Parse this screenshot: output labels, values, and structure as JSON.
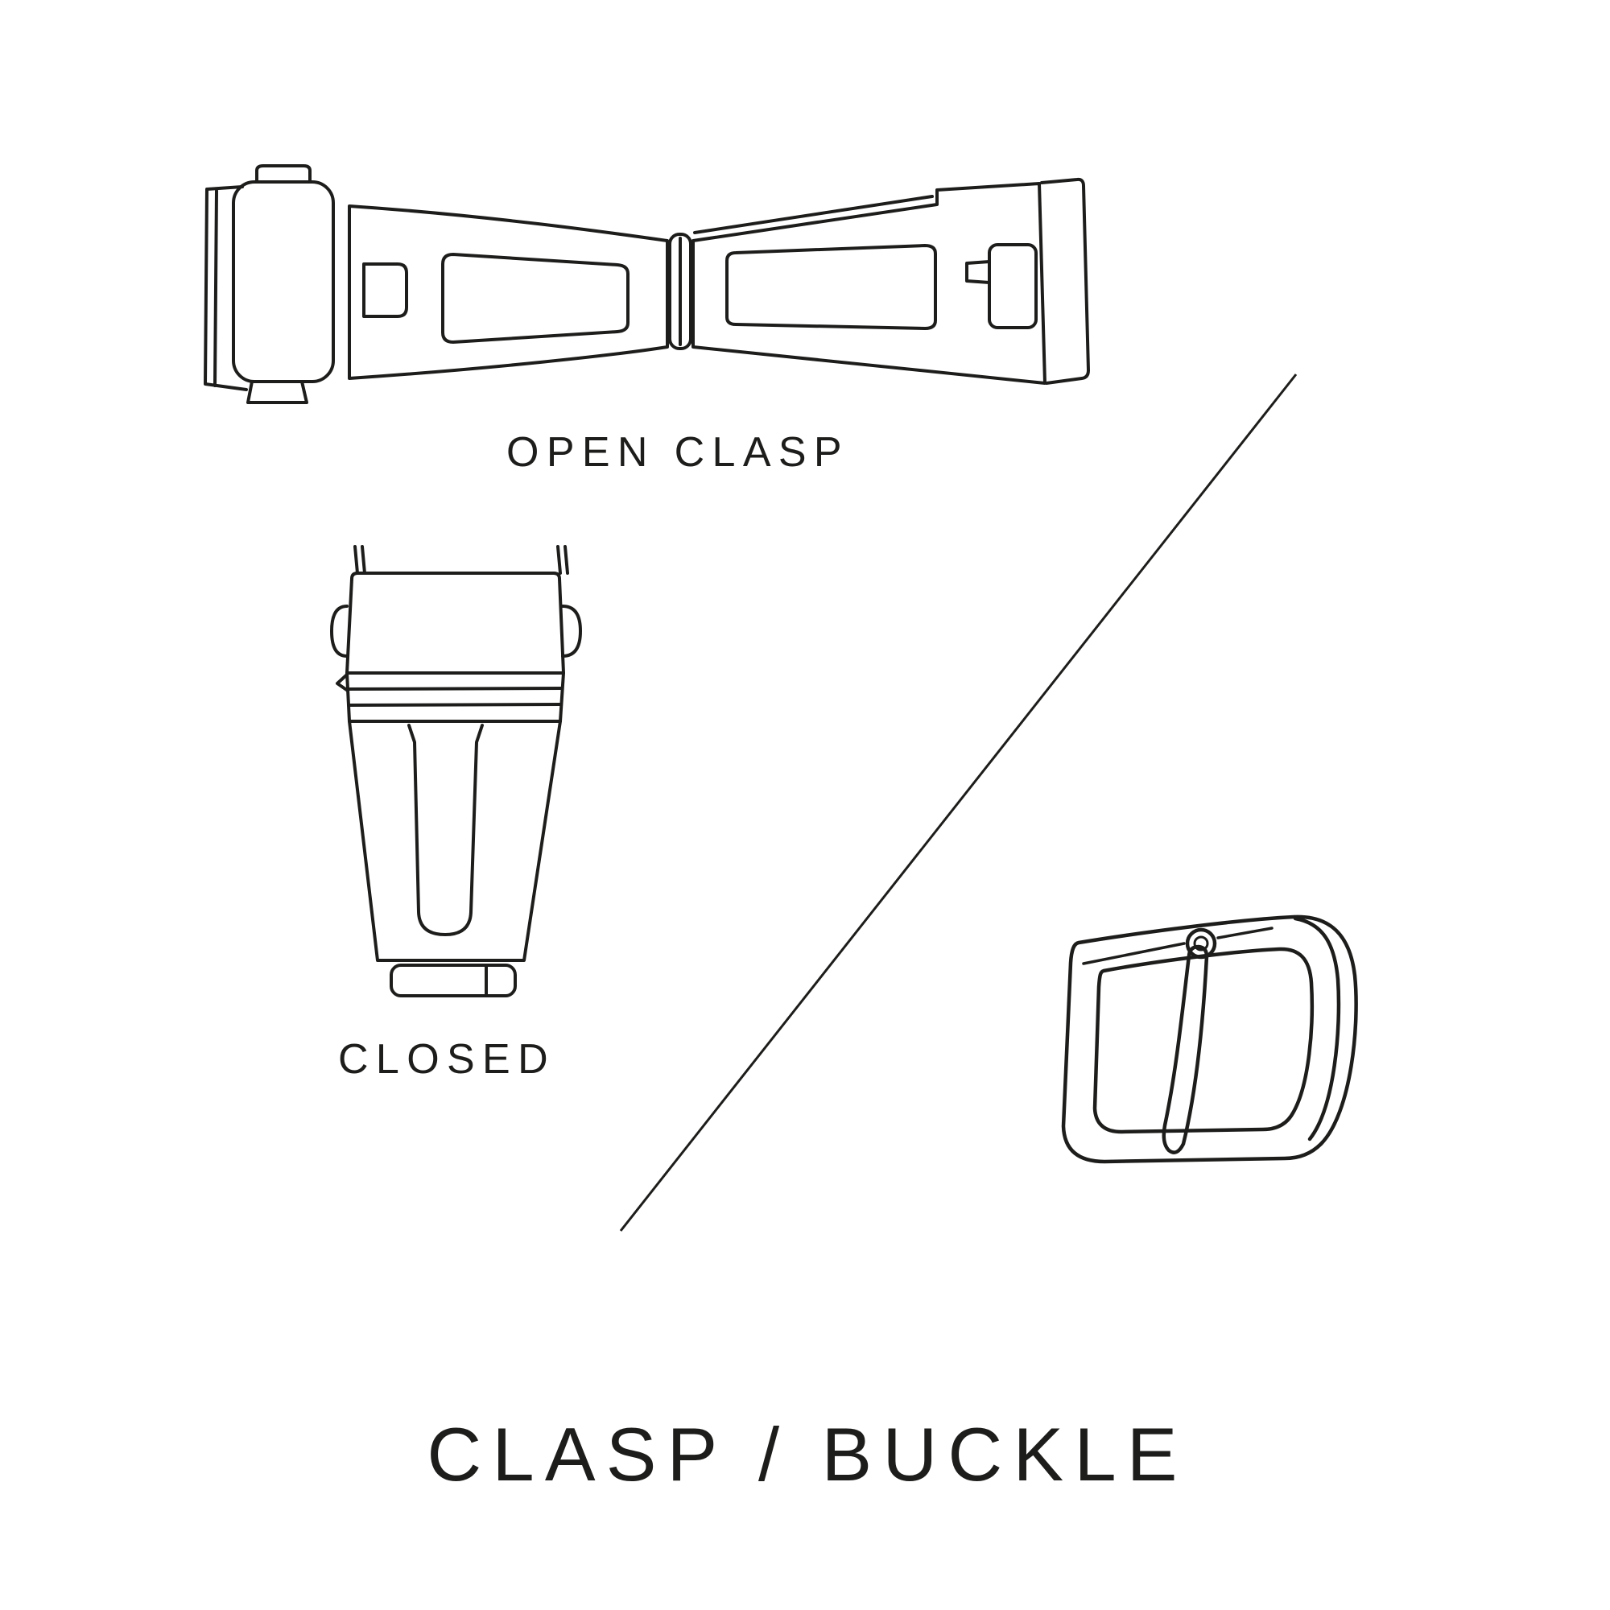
{
  "page": {
    "background_color": "#ffffff",
    "line_color": "#1d1d1b",
    "text_color": "#1d1d1b"
  },
  "diagram": {
    "title": "CLASP / BUCKLE",
    "labels": {
      "open_clasp": "OPEN CLASP",
      "closed": "CLOSED"
    },
    "illustrations": [
      {
        "icon": "open-clasp-illustration"
      },
      {
        "icon": "closed-clasp-illustration"
      },
      {
        "icon": "tang-buckle-illustration"
      },
      {
        "icon": "divider-line"
      }
    ]
  }
}
